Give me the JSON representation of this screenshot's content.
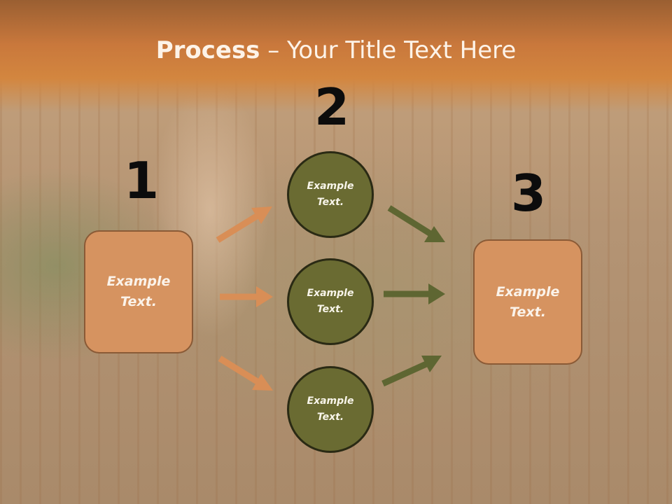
{
  "slide": {
    "title_bold": "Process",
    "title_rest": " – Your Title Text Here",
    "step_numbers": [
      "1",
      "2",
      "3"
    ],
    "left_box_text": "Example\nText.",
    "circles": [
      "Example\nText.",
      "Example\nText.",
      "Example\nText."
    ],
    "right_box_text": "Example\nText."
  },
  "colors": {
    "title_bar": "#d3863f",
    "box_fill": "#d69360",
    "circle_fill": "#6a6b32",
    "orange_arrow": "#d98e56",
    "green_arrow": "#5e6632"
  }
}
